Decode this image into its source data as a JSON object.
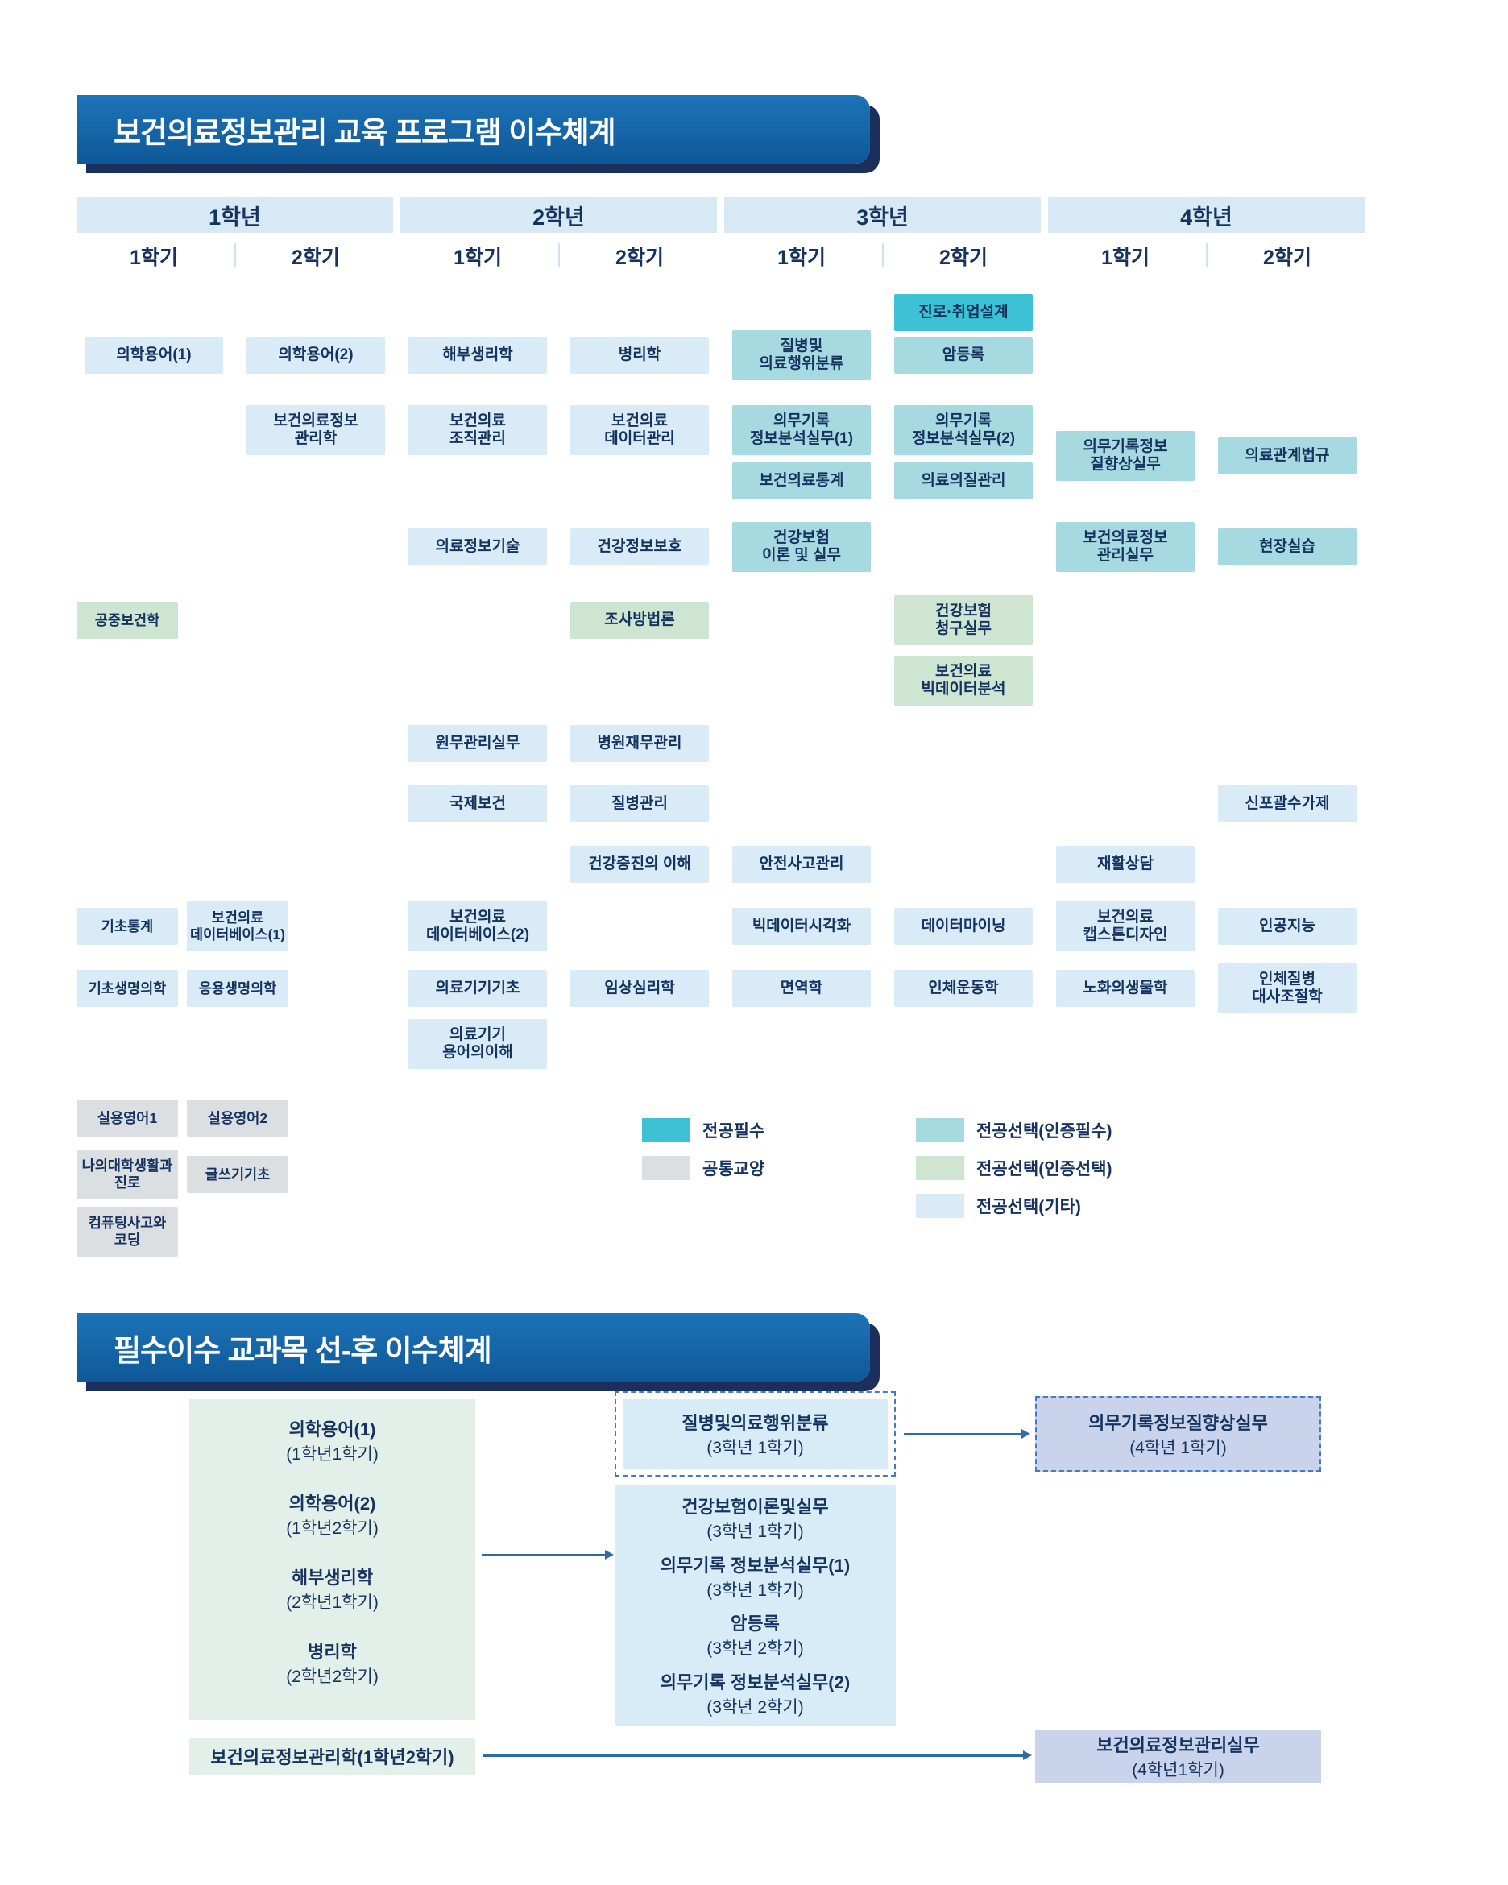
{
  "banners": {
    "program": "보건의료정보관리 교육 프로그램 이수체계",
    "sequence": "필수이수 교과목 선-후 이수체계"
  },
  "colors": {
    "required": "#3cc2d4",
    "cert_required": "#a6d9e0",
    "cert_elective": "#cde5d1",
    "elective": "#d8ebf7",
    "general": "#dcdfe2",
    "banner": "#1467ad",
    "banner_shadow": "#1b2e5c",
    "year_band": "#d7e9f5",
    "text": "#16325f",
    "mint": "#e3f0e9",
    "sky": "#d8ecf8",
    "lavender": "#c9d4ec",
    "arrow": "#2f6ba8"
  },
  "grid": {
    "years": [
      {
        "label": "1학년",
        "semesters": [
          "1학기",
          "2학기"
        ]
      },
      {
        "label": "2학년",
        "semesters": [
          "1학기",
          "2학기"
        ]
      },
      {
        "label": "3학년",
        "semesters": [
          "1학기",
          "2학기"
        ]
      },
      {
        "label": "4학년",
        "semesters": [
          "1학기",
          "2학기"
        ]
      }
    ],
    "courses": [
      {
        "label": "의학용어(1)",
        "col": 0,
        "row": "B",
        "type": "elective"
      },
      {
        "label": "공중보건학",
        "col": 0,
        "row": "F",
        "type": "cert_elective",
        "narrow": true
      },
      {
        "label": "기초통계",
        "col": 0,
        "row": "K",
        "type": "elective",
        "narrow": true
      },
      {
        "label": "기초생명의학",
        "col": 0,
        "row": "L",
        "type": "elective",
        "narrow": true
      },
      {
        "label": "실용영어1",
        "col": 0,
        "row": "N",
        "type": "general",
        "narrow": true
      },
      {
        "label": "나의대학생활과\n진로",
        "col": 0,
        "row": "O",
        "type": "general",
        "narrow": true
      },
      {
        "label": "컴퓨팅사고와\n코딩",
        "col": 0,
        "row": "P",
        "type": "general",
        "narrow": true
      },
      {
        "label": "의학용어(2)",
        "col": 1,
        "row": "B",
        "type": "elective"
      },
      {
        "label": "보건의료정보\n관리학",
        "col": 1,
        "row": "C",
        "type": "elective"
      },
      {
        "label": "보건의료\n데이터베이스(1)",
        "col": 1,
        "row": "K",
        "type": "elective",
        "narrow": true
      },
      {
        "label": "응용생명의학",
        "col": 1,
        "row": "L",
        "type": "elective",
        "narrow": true
      },
      {
        "label": "실용영어2",
        "col": 1,
        "row": "N",
        "type": "general",
        "narrow": true
      },
      {
        "label": "글쓰기기초",
        "col": 1,
        "row": "O",
        "type": "general",
        "narrow": true
      },
      {
        "label": "해부생리학",
        "col": 2,
        "row": "B",
        "type": "elective"
      },
      {
        "label": "보건의료\n조직관리",
        "col": 2,
        "row": "C",
        "type": "elective"
      },
      {
        "label": "의료정보기술",
        "col": 2,
        "row": "E",
        "type": "elective"
      },
      {
        "label": "원무관리실무",
        "col": 2,
        "row": "H",
        "type": "elective"
      },
      {
        "label": "국제보건",
        "col": 2,
        "row": "I",
        "type": "elective"
      },
      {
        "label": "보건의료\n데이터베이스(2)",
        "col": 2,
        "row": "K",
        "type": "elective"
      },
      {
        "label": "의료기기기초",
        "col": 2,
        "row": "L",
        "type": "elective"
      },
      {
        "label": "의료기기\n용어의이해",
        "col": 2,
        "row": "M",
        "type": "elective"
      },
      {
        "label": "병리학",
        "col": 3,
        "row": "B",
        "type": "elective"
      },
      {
        "label": "보건의료\n데이터관리",
        "col": 3,
        "row": "C",
        "type": "elective"
      },
      {
        "label": "건강정보보호",
        "col": 3,
        "row": "E",
        "type": "elective"
      },
      {
        "label": "조사방법론",
        "col": 3,
        "row": "F",
        "type": "cert_elective"
      },
      {
        "label": "병원재무관리",
        "col": 3,
        "row": "H",
        "type": "elective"
      },
      {
        "label": "질병관리",
        "col": 3,
        "row": "I",
        "type": "elective"
      },
      {
        "label": "건강증진의 이해",
        "col": 3,
        "row": "J",
        "type": "elective"
      },
      {
        "label": "임상심리학",
        "col": 3,
        "row": "L",
        "type": "elective"
      },
      {
        "label": "질병및\n의료행위분류",
        "col": 4,
        "row": "B",
        "type": "cert_required"
      },
      {
        "label": "의무기록\n정보분석실무(1)",
        "col": 4,
        "row": "C",
        "type": "cert_required"
      },
      {
        "label": "보건의료통계",
        "col": 4,
        "row": "D",
        "type": "cert_required"
      },
      {
        "label": "건강보험\n이론 및 실무",
        "col": 4,
        "row": "E",
        "type": "cert_required"
      },
      {
        "label": "안전사고관리",
        "col": 4,
        "row": "J",
        "type": "elective"
      },
      {
        "label": "빅데이터시각화",
        "col": 4,
        "row": "K",
        "type": "elective"
      },
      {
        "label": "면역학",
        "col": 4,
        "row": "L",
        "type": "elective"
      },
      {
        "label": "진로·취업설계",
        "col": 5,
        "row": "A",
        "type": "required"
      },
      {
        "label": "암등록",
        "col": 5,
        "row": "B",
        "type": "cert_required"
      },
      {
        "label": "의무기록\n정보분석실무(2)",
        "col": 5,
        "row": "C",
        "type": "cert_required"
      },
      {
        "label": "의료의질관리",
        "col": 5,
        "row": "D",
        "type": "cert_required"
      },
      {
        "label": "건강보험\n청구실무",
        "col": 5,
        "row": "F",
        "type": "cert_elective"
      },
      {
        "label": "보건의료\n빅데이터분석",
        "col": 5,
        "row": "G",
        "type": "cert_elective"
      },
      {
        "label": "데이터마이닝",
        "col": 5,
        "row": "K",
        "type": "elective"
      },
      {
        "label": "인체운동학",
        "col": 5,
        "row": "L",
        "type": "elective"
      },
      {
        "label": "의무기록정보\n질향상실무",
        "col": 6,
        "row": "C2",
        "type": "cert_required"
      },
      {
        "label": "보건의료정보\n관리실무",
        "col": 6,
        "row": "E",
        "type": "cert_required"
      },
      {
        "label": "재활상담",
        "col": 6,
        "row": "J",
        "type": "elective"
      },
      {
        "label": "보건의료\n캡스톤디자인",
        "col": 6,
        "row": "K",
        "type": "elective"
      },
      {
        "label": "노화의생물학",
        "col": 6,
        "row": "L",
        "type": "elective"
      },
      {
        "label": "의료관계법규",
        "col": 7,
        "row": "C2",
        "type": "cert_required"
      },
      {
        "label": "현장실습",
        "col": 7,
        "row": "E",
        "type": "cert_required"
      },
      {
        "label": "신포괄수가제",
        "col": 7,
        "row": "I",
        "type": "elective"
      },
      {
        "label": "인공지능",
        "col": 7,
        "row": "K",
        "type": "elective"
      },
      {
        "label": "인체질병\n대사조절학",
        "col": 7,
        "row": "L",
        "type": "elective"
      }
    ]
  },
  "legend": {
    "groups": [
      {
        "items": [
          {
            "type": "required",
            "label": "전공필수"
          },
          {
            "type": "general",
            "label": "공통교양"
          }
        ]
      },
      {
        "items": [
          {
            "type": "cert_required",
            "label": "전공선택(인증필수)"
          },
          {
            "type": "cert_elective",
            "label": "전공선택(인증선택)"
          },
          {
            "type": "elective",
            "label": "전공선택(기타)"
          }
        ]
      }
    ]
  },
  "flow": {
    "prereq_group": [
      {
        "name": "의학용어(1)",
        "term": "(1학년1학기)"
      },
      {
        "name": "의학용어(2)",
        "term": "(1학년2학기)"
      },
      {
        "name": "해부생리학",
        "term": "(2학년1학기)"
      },
      {
        "name": "병리학",
        "term": "(2학년2학기)"
      }
    ],
    "highlight_course": {
      "name": "질병및의료행위분류",
      "term": "(3학년 1학기)"
    },
    "target1": {
      "name": "의무기록정보질향상실무",
      "term": "(4학년 1학기)"
    },
    "mid_group": [
      {
        "name": "건강보험이론및실무",
        "term": "(3학년 1학기)"
      },
      {
        "name": "의무기록 정보분석실무(1)",
        "term": "(3학년 1학기)"
      },
      {
        "name": "암등록",
        "term": "(3학년 2학기)"
      },
      {
        "name": "의무기록 정보분석실무(2)",
        "term": "(3학년 2학기)"
      }
    ],
    "base_course": {
      "name": "보건의료정보관리학(1학년2학기)"
    },
    "target2": {
      "name": "보건의료정보관리실무",
      "term": "(4학년1학기)"
    }
  }
}
